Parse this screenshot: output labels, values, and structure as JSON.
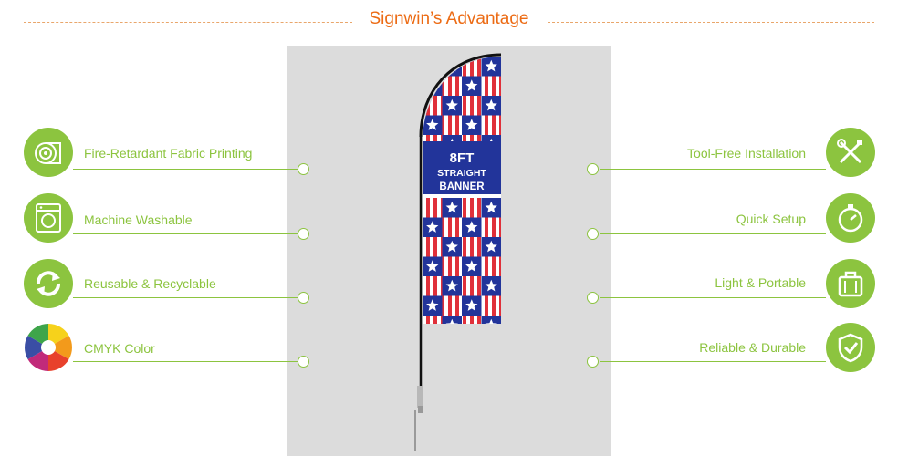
{
  "header": {
    "title": "Signwin’s Advantage"
  },
  "flag": {
    "line1": "8FT",
    "line2": "STRAIGHT",
    "line3": "BANNER"
  },
  "left_features": [
    {
      "label": "Fire-Retardant Fabric Printing",
      "icon": "fabric-roll-icon"
    },
    {
      "label": "Machine Washable",
      "icon": "washing-machine-icon"
    },
    {
      "label": "Reusable & Recyclable",
      "icon": "recycle-icon"
    },
    {
      "label": "CMYK Color",
      "icon": "color-wheel-icon"
    }
  ],
  "right_features": [
    {
      "label": "Tool-Free Installation",
      "icon": "tools-crossed-icon"
    },
    {
      "label": "Quick Setup",
      "icon": "stopwatch-icon"
    },
    {
      "label": "Light & Portable",
      "icon": "bag-icon"
    },
    {
      "label": "Reliable & Durable",
      "icon": "shield-check-icon"
    }
  ],
  "colors": {
    "accent": "#8cc43f",
    "title": "#ec6b14",
    "flag_blue": "#22349a",
    "flag_red": "#e0303a"
  }
}
